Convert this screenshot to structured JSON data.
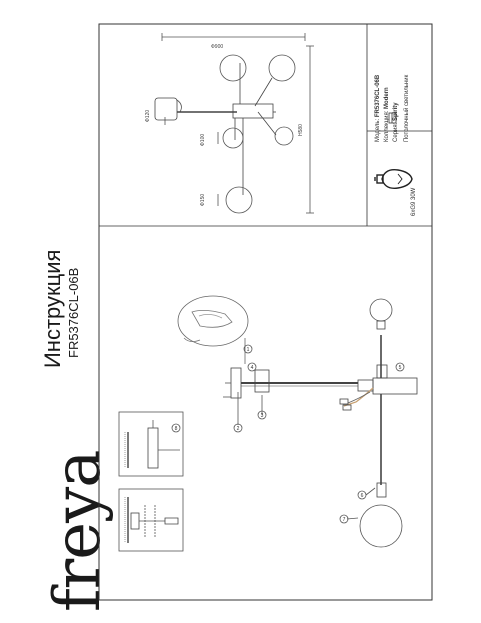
{
  "brand": {
    "name": "freya"
  },
  "header": {
    "title": "Инструкция",
    "model": "FR5376CL-06B"
  },
  "spec": {
    "model_label": "Модель:",
    "model_value": "FR5376CL-06B",
    "collection_label": "Коллекция:",
    "collection_value": "Modern",
    "series_label": "Серия:",
    "series_value": "Spirity",
    "type_value": "Потолочный светильник"
  },
  "bulb": {
    "spec": "6хG9 30W"
  },
  "dimensions": {
    "width": "Ф900",
    "height": "H580",
    "canopy": "Ф120",
    "shade_small": "Ф100",
    "shade_large": "Ф150"
  },
  "callouts": [
    "1",
    "2",
    "3",
    "4",
    "5",
    "6",
    "7",
    "8"
  ],
  "colors": {
    "line": "#555555",
    "frame": "#444444",
    "accent_wire": "#c8a070",
    "background": "#ffffff"
  }
}
